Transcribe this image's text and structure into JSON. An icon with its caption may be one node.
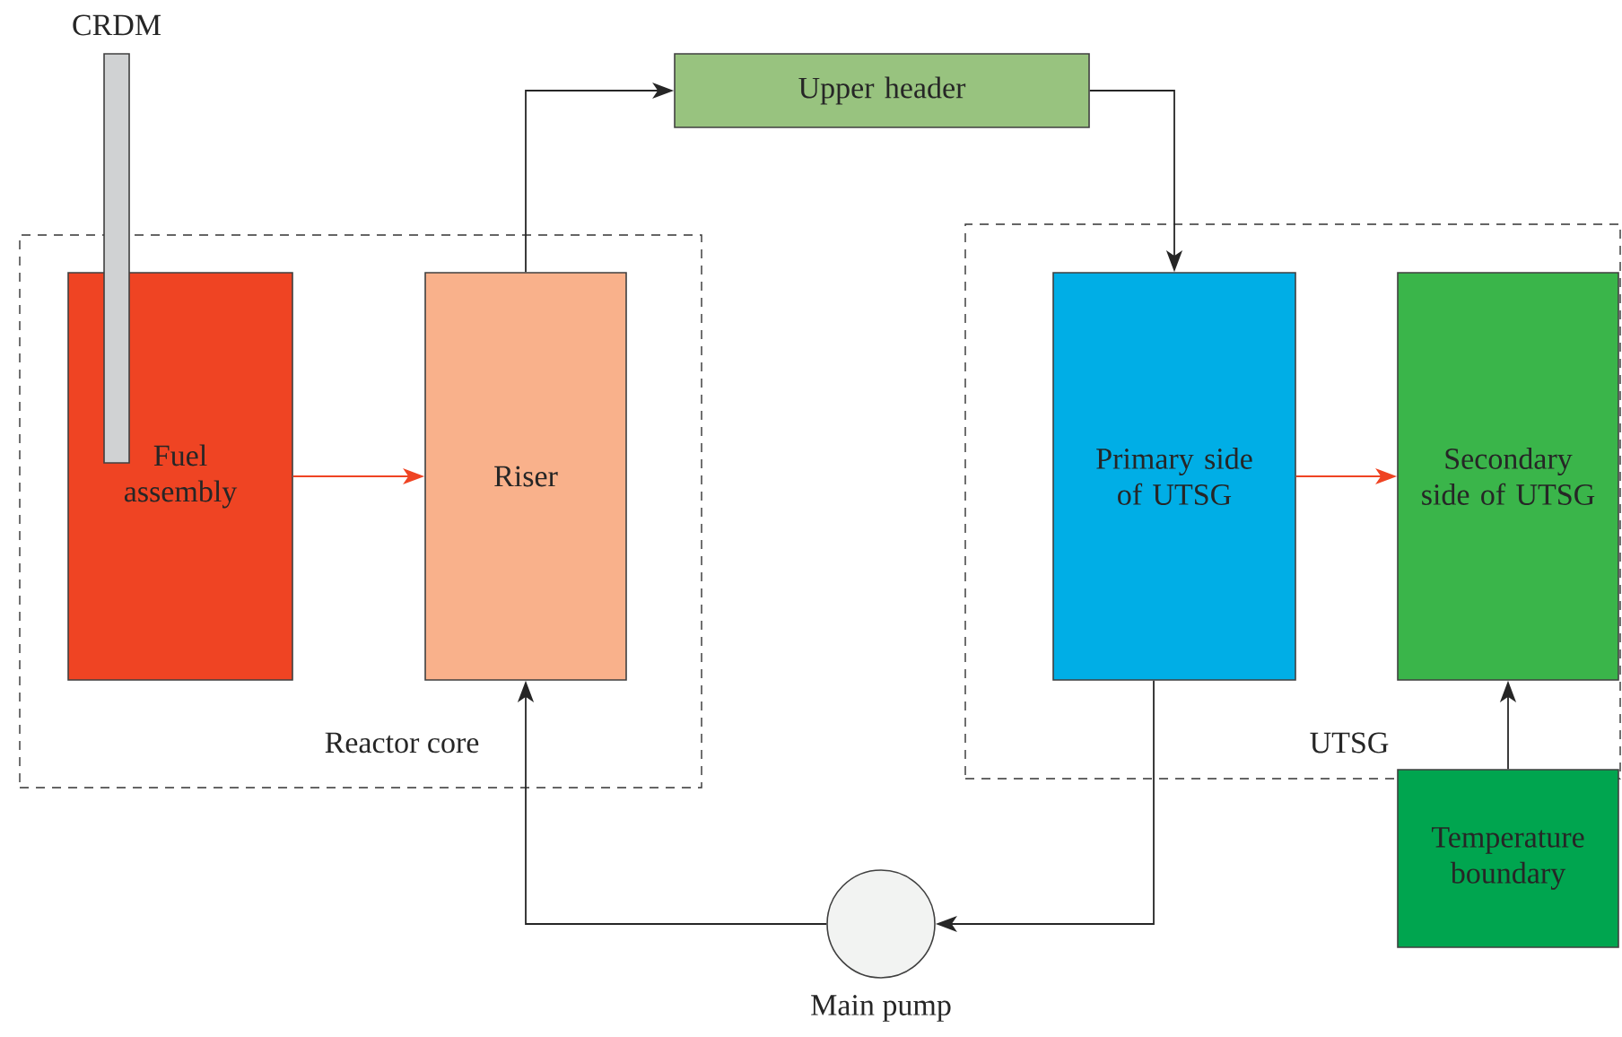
{
  "diagram": {
    "nodes": [
      {
        "text": [
          "Reactor core"
        ]
      },
      {
        "text": [
          "Fuel assembly"
        ],
        "in": 0
      },
      {
        "text": [
          "Riser"
        ],
        "in": 0
      },
      {
        "text": [
          "CRDM"
        ]
      },
      {
        "text": [
          "Upper header"
        ]
      },
      {
        "text": [
          "UTSG"
        ]
      },
      {
        "text": [
          "Primary side of UTSG"
        ],
        "in": 5
      },
      {
        "text": [
          "Secondary side of UTSG"
        ],
        "in": 5
      },
      {
        "text": [
          "Temperature boundary"
        ]
      },
      {
        "text": [
          "Main pump"
        ]
      }
    ],
    "edges": [
      {
        "from": 1,
        "to": 2,
        "arrow": "to",
        "color": "#ef4423"
      },
      {
        "from": 2,
        "to": 4,
        "arrow": "to"
      },
      {
        "from": 4,
        "to": 6,
        "arrow": "to"
      },
      {
        "from": 6,
        "to": 7,
        "arrow": "to",
        "color": "#ef4423"
      },
      {
        "from": 8,
        "to": 7,
        "arrow": "to"
      },
      {
        "from": 6,
        "to": 9,
        "arrow": "to"
      },
      {
        "from": 9,
        "to": 2,
        "arrow": "to"
      }
    ]
  }
}
